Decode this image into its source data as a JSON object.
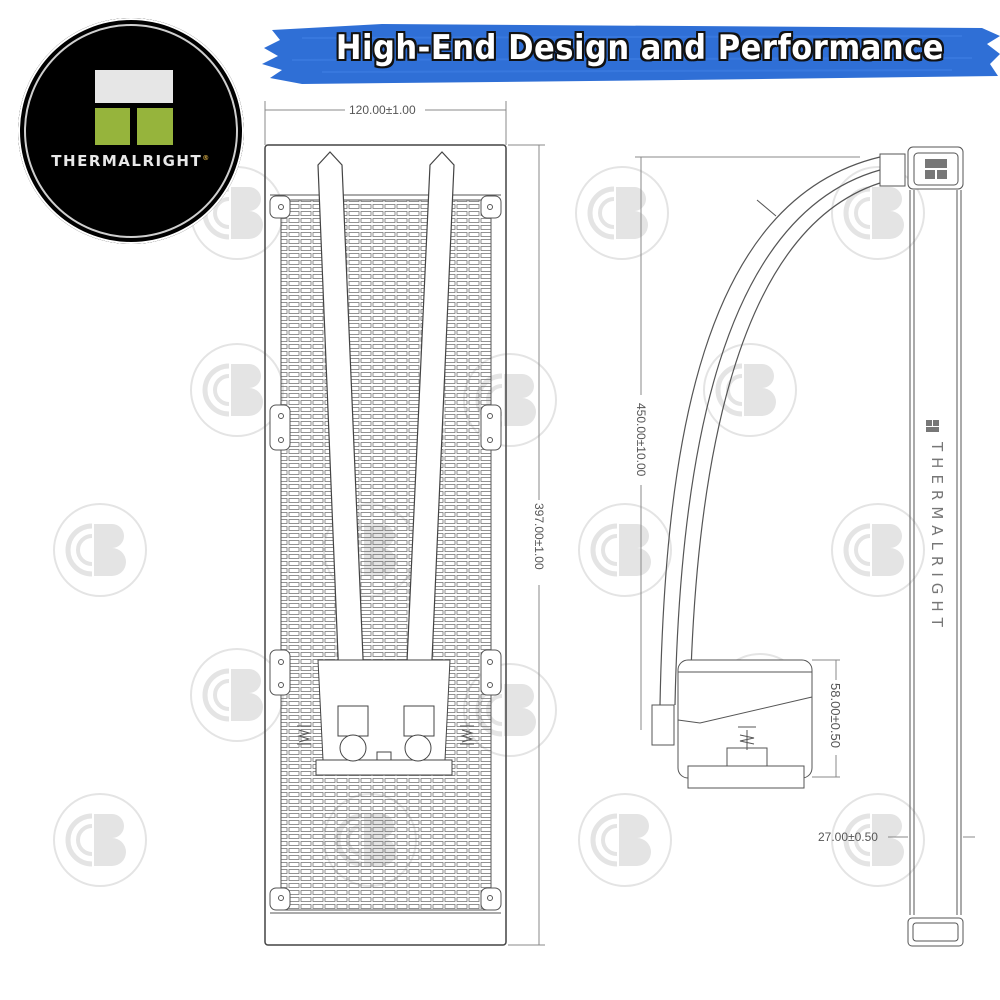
{
  "banner": {
    "title": "High-End Design and Performance",
    "color": "#2f6fd6"
  },
  "logo": {
    "brand": "THERMALRIGHT",
    "registered_mark": "®",
    "colors": {
      "background": "#000000",
      "top_block": "#e6e6e6",
      "bottom_blocks": "#96b43c"
    }
  },
  "drawing": {
    "radiator_front_view": {
      "width_dimension": "120.00±1.00",
      "height_dimension": "397.00±1.00"
    },
    "side_view": {
      "tube_length_dimension": "450.00±10.00",
      "pump_height_dimension": "58.00±0.50",
      "radiator_thickness_dimension": "27.00±0.50",
      "radiator_side_label": "THERMALRIGHT"
    }
  },
  "watermark": {
    "glyph": "CB",
    "color": "#e4e4e4"
  }
}
